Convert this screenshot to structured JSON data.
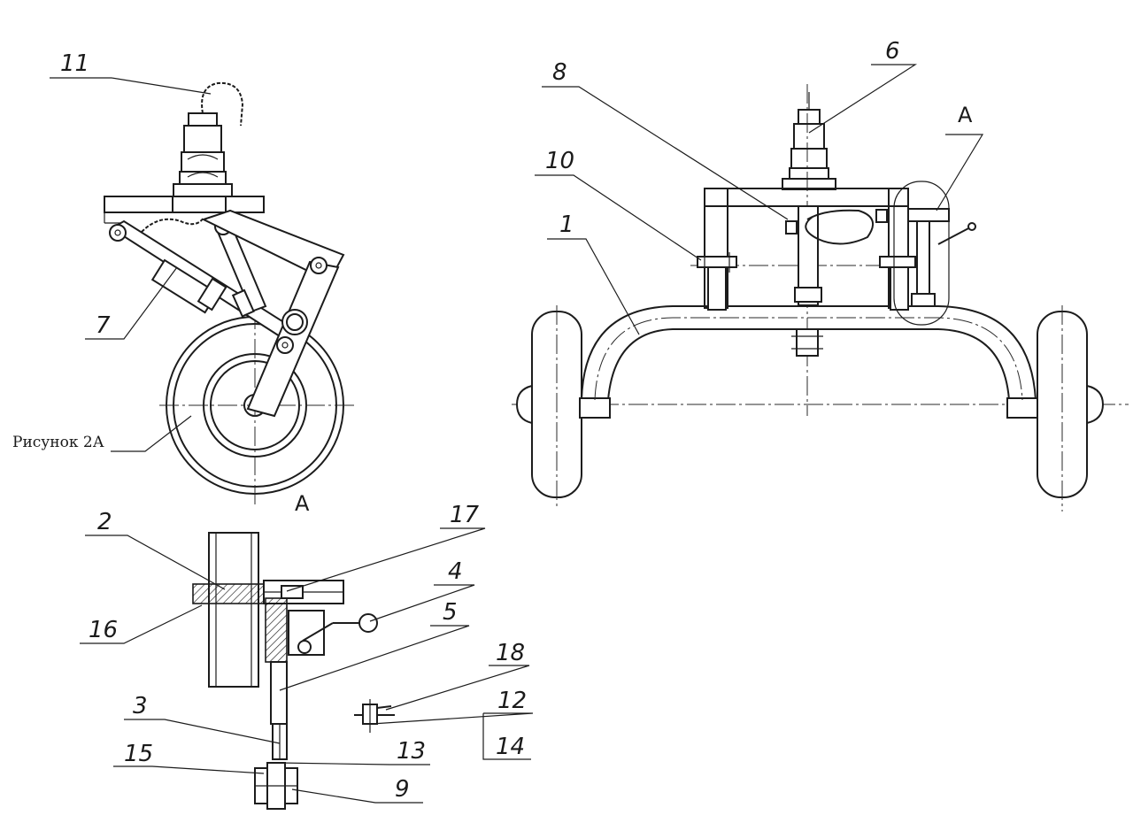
{
  "figure_caption": "Рисунок 2А",
  "view_markers": {
    "detail_label": "А",
    "view_label": "А"
  },
  "part_callouts": {
    "p1": "1",
    "p2": "2",
    "p3": "3",
    "p4": "4",
    "p5": "5",
    "p6": "6",
    "p7": "7",
    "p8": "8",
    "p9": "9",
    "p10": "10",
    "p11": "11",
    "p12": "12",
    "p13": "13",
    "p14": "14",
    "p15": "15",
    "p16": "16",
    "p17": "17",
    "p18": "18"
  }
}
